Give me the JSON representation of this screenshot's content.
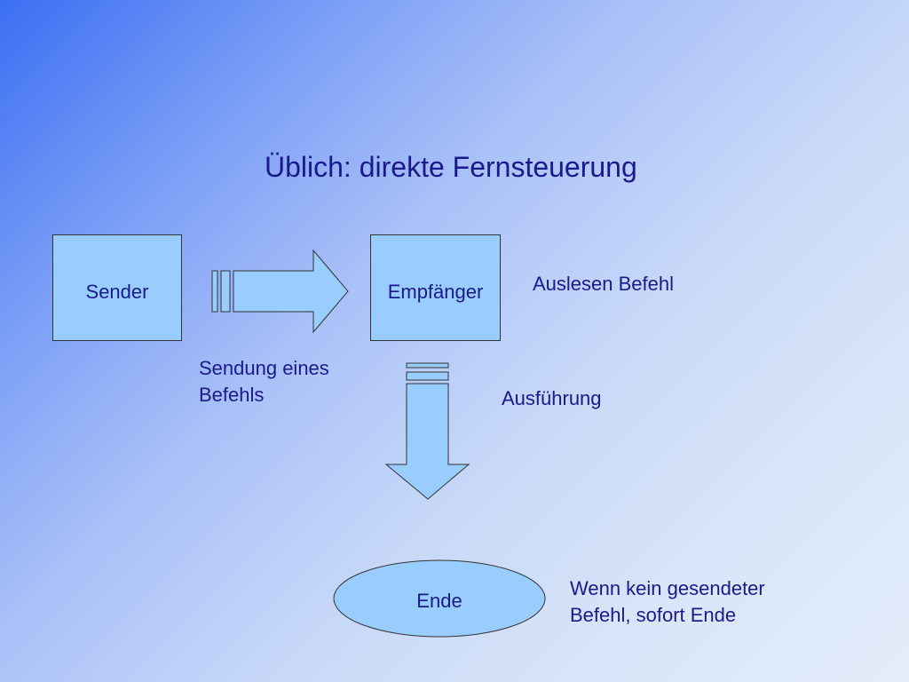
{
  "title": "Üblich: direkte Fernsteuerung",
  "nodes": {
    "sender": "Sender",
    "empfaenger": "Empfänger",
    "ende": "Ende"
  },
  "labels": {
    "sendung_line1": "Sendung eines",
    "sendung_line2": "Befehls",
    "auslesen": "Auslesen Befehl",
    "ausfuehrung": "Ausführung",
    "wenn_line1": "Wenn kein gesendeter",
    "wenn_line2": "Befehl, sofort Ende"
  },
  "colors": {
    "shape_fill": "#99ccff",
    "text": "#1a1a8c"
  }
}
